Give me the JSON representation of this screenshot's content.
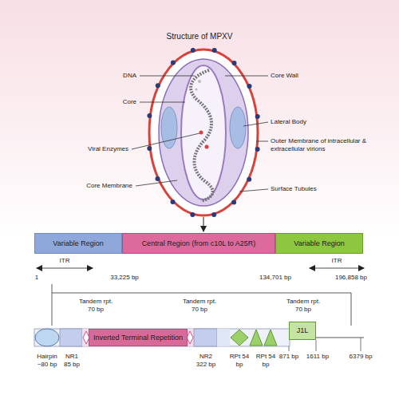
{
  "diagram": {
    "title": "Structure of MPXV",
    "nodes": [
      {
        "text": [
          "Variable Region"
        ]
      },
      {
        "text": [
          "Central Region (from c10L to A25R)"
        ]
      },
      {
        "text": [
          "Variable Region"
        ]
      },
      {
        "text": [
          "Inverted Terminal Repetition"
        ]
      },
      {
        "text": [
          "J1L"
        ]
      }
    ],
    "labels": [
      "DNA",
      "Core",
      "Viral Enzymes",
      "Core Membrane",
      "Core Wall",
      "Lateral Body",
      "Outer Membrane of intracellular & extracellular virions",
      "Surface Tubules",
      "ITR",
      "ITR",
      "1",
      "33,225 bp",
      "134,701 bp",
      "196,858 bp",
      "Tandem rpt. 70 bp",
      "Tandem rpt. 70 bp",
      "Tandem rpt. 70 bp",
      "Hairpin ~80 bp",
      "NR1 85 bp",
      "NR2 322 bp",
      "RPt 54 bp",
      "RPt 54 bp",
      "871 bp",
      "1611 bp",
      "6379 bp"
    ]
  }
}
